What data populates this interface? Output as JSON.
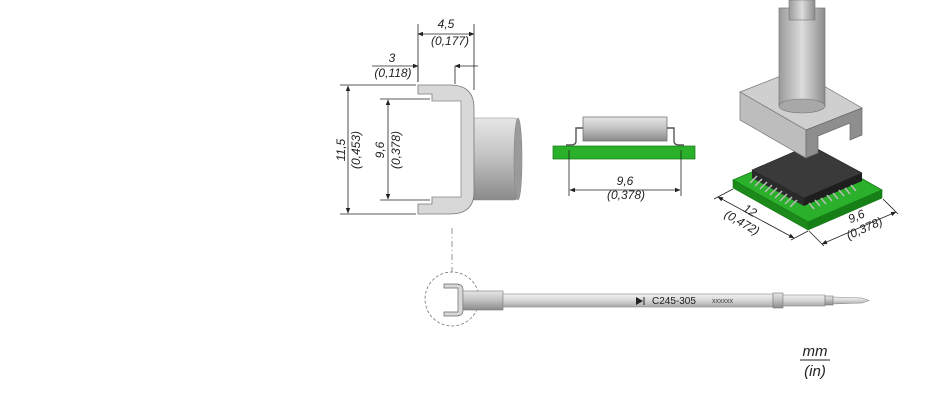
{
  "front_view": {
    "width_top_mm": "4,5",
    "width_top_in": "(0,177)",
    "width_inner_mm": "3",
    "width_inner_in": "(0,118)",
    "height_outer_mm": "11,5",
    "height_outer_in": "(0,453)",
    "height_inner_mm": "9,6",
    "height_inner_in": "(0,378)"
  },
  "side_view": {
    "length_mm": "9,6",
    "length_in": "(0,378)"
  },
  "iso_view": {
    "length_mm": "12",
    "length_in": "(0,472)",
    "width_mm": "9,6",
    "width_in": "(0,378)"
  },
  "tip": {
    "part_number": "C245-305",
    "serial": "xxxxxx"
  },
  "units": {
    "primary": "mm",
    "secondary": "(in)"
  },
  "colors": {
    "pcb_green": "#22aa22",
    "metal_gray": "#c8c8c8"
  }
}
